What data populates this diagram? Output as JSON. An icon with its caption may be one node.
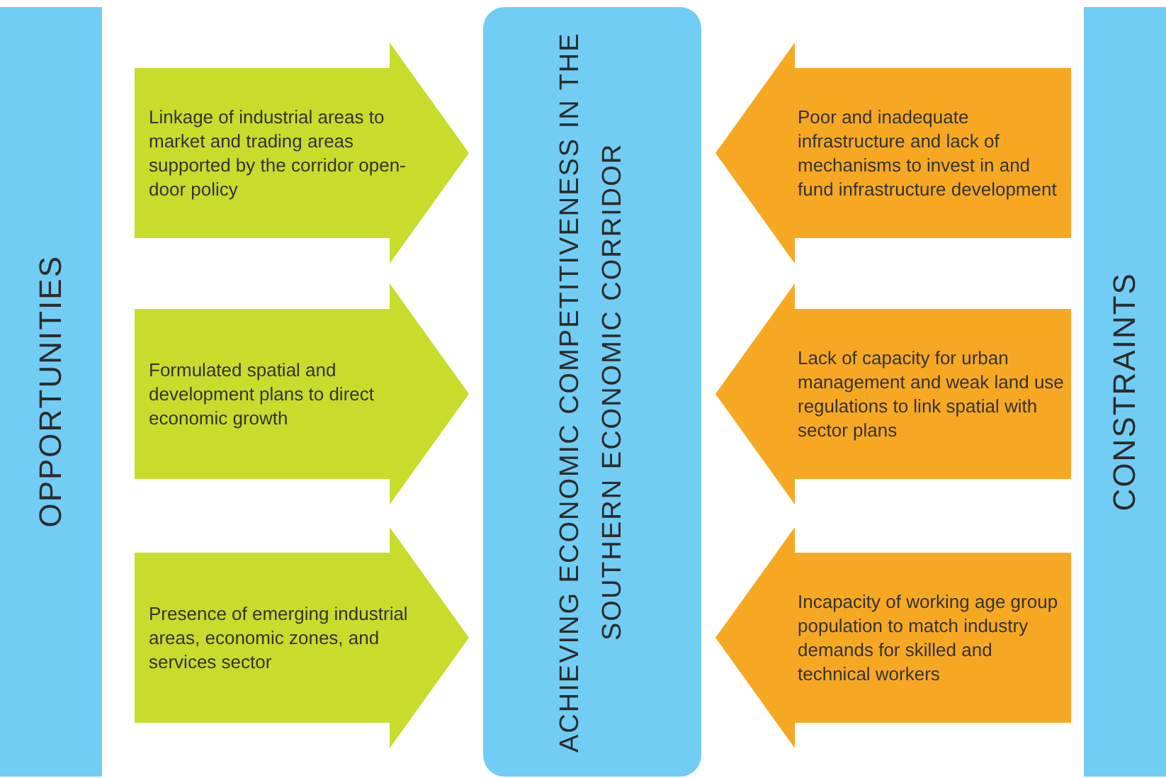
{
  "diagram": {
    "nodes": [
      {
        "text": [
          "OPPORTUNITIES"
        ]
      },
      {
        "text": [
          "Linkage of industrial areas to market and trading areas supported by the corridor open-door policy"
        ]
      },
      {
        "text": [
          "Formulated spatial and development plans to direct economic growth"
        ]
      },
      {
        "text": [
          "Presence of emerging industrial areas, economic zones, and services sector"
        ]
      },
      {
        "text": [
          "ACHIEVING ECONOMIC COMPETITIVENESS IN THE SOUTHERN ECONOMIC CORRIDOR"
        ]
      },
      {
        "text": [
          "Poor and inadequate infrastructure and lack of mechanisms to invest in and fund infrastructure development"
        ]
      },
      {
        "text": [
          "Lack of capacity for urban management and weak land use regulations to link spatial with sector plans"
        ]
      },
      {
        "text": [
          "Incapacity of working age group population to match industry demands for skilled and technical workers"
        ]
      },
      {
        "text": [
          "CONSTRAINTS"
        ]
      }
    ],
    "edges": []
  }
}
